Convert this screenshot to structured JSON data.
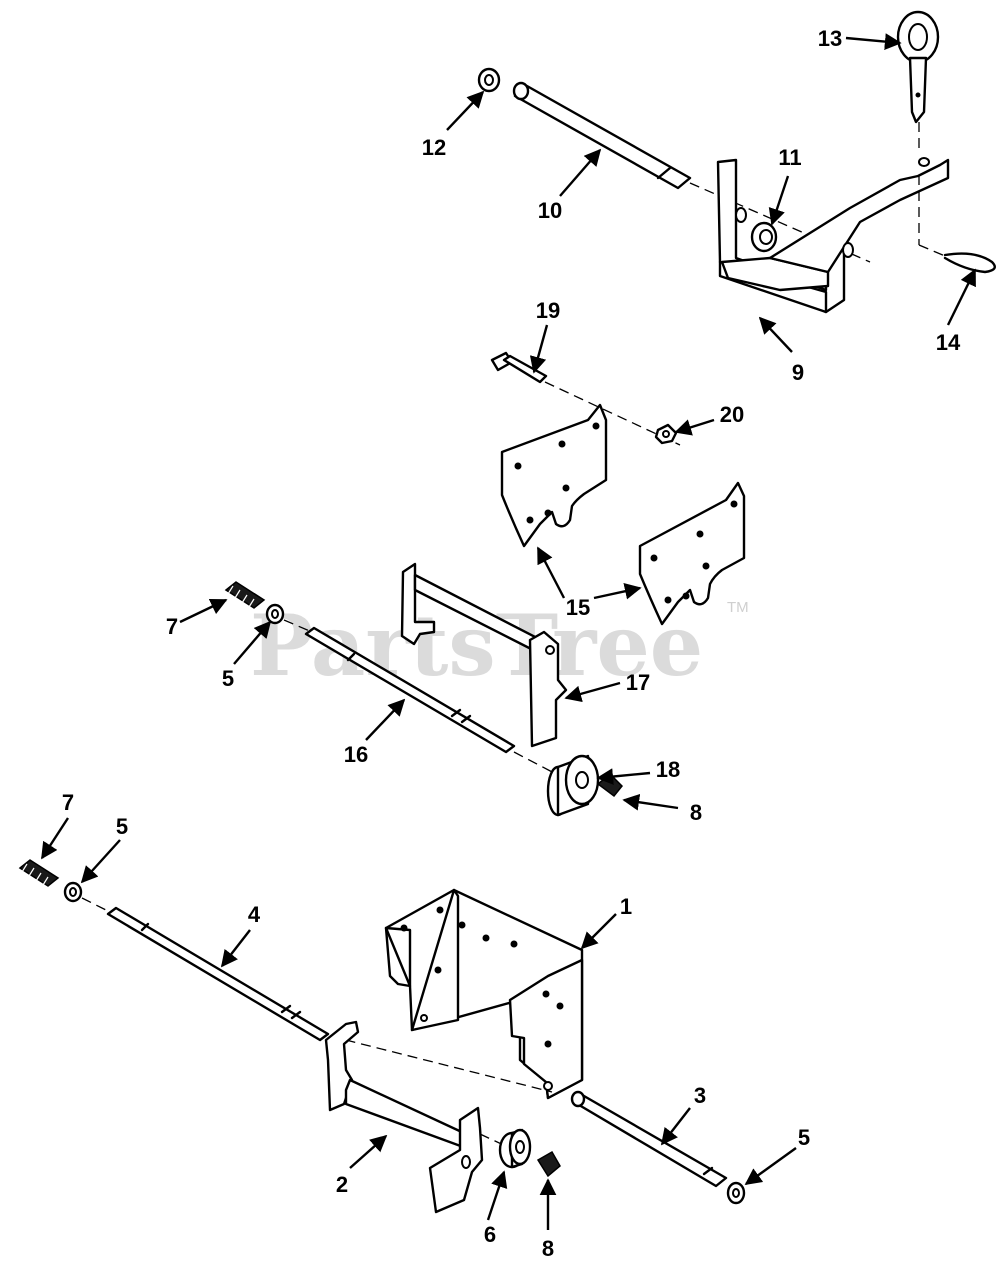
{
  "watermark": {
    "text": "PartsTree",
    "trademark": "TM"
  },
  "callouts": {
    "c1": "1",
    "c2": "2",
    "c3": "3",
    "c4": "4",
    "c5a": "5",
    "c5b": "5",
    "c5c": "5",
    "c6": "6",
    "c7a": "7",
    "c7b": "7",
    "c8a": "8",
    "c8b": "8",
    "c9": "9",
    "c10": "10",
    "c11": "11",
    "c12": "12",
    "c13": "13",
    "c14": "14",
    "c15": "15",
    "c16": "16",
    "c17": "17",
    "c18": "18",
    "c19": "19",
    "c20": "20"
  }
}
